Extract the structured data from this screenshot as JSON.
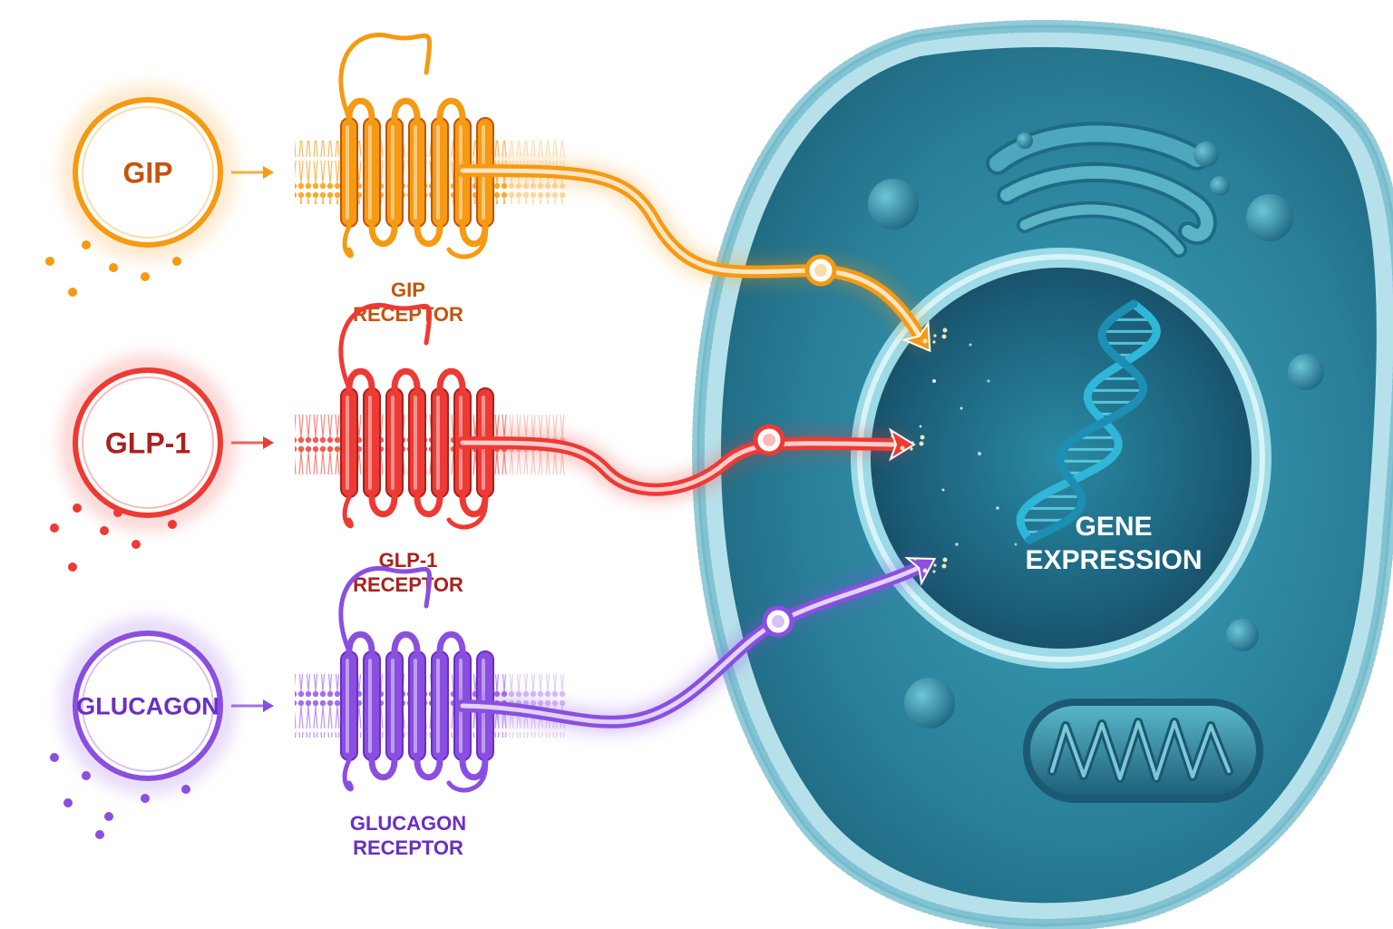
{
  "colors": {
    "gip": "#f59a12",
    "gip_dark": "#c4540e",
    "glp1": "#ee3a34",
    "glp1_dark": "#a8221e",
    "glucagon": "#8a4fe0",
    "glucagon_dark": "#6a2fc4",
    "cell": "#2f8fa6",
    "cell_dark": "#1d5f78",
    "nucleus": "#1e6a86"
  },
  "pathways": [
    {
      "key": "gip",
      "hormone_label": "GIP",
      "receptor_label_line1": "GIP",
      "receptor_label_line2": "RECEPTOR"
    },
    {
      "key": "glp1",
      "hormone_label": "GLP-1",
      "receptor_label_line1": "GLP-1",
      "receptor_label_line2": "RECEPTOR"
    },
    {
      "key": "glucagon",
      "hormone_label": "GLUCAGON",
      "receptor_label_line1": "GLUCAGON",
      "receptor_label_line2": "RECEPTOR"
    }
  ],
  "nucleus": {
    "label_line1": "GENE",
    "label_line2": "EXPRESSION"
  },
  "icons": {
    "dna": "dna-helix-icon",
    "mitochondrion": "mitochondrion-icon",
    "golgi": "golgi-apparatus-icon",
    "receptor": "gpcr-receptor-icon"
  }
}
